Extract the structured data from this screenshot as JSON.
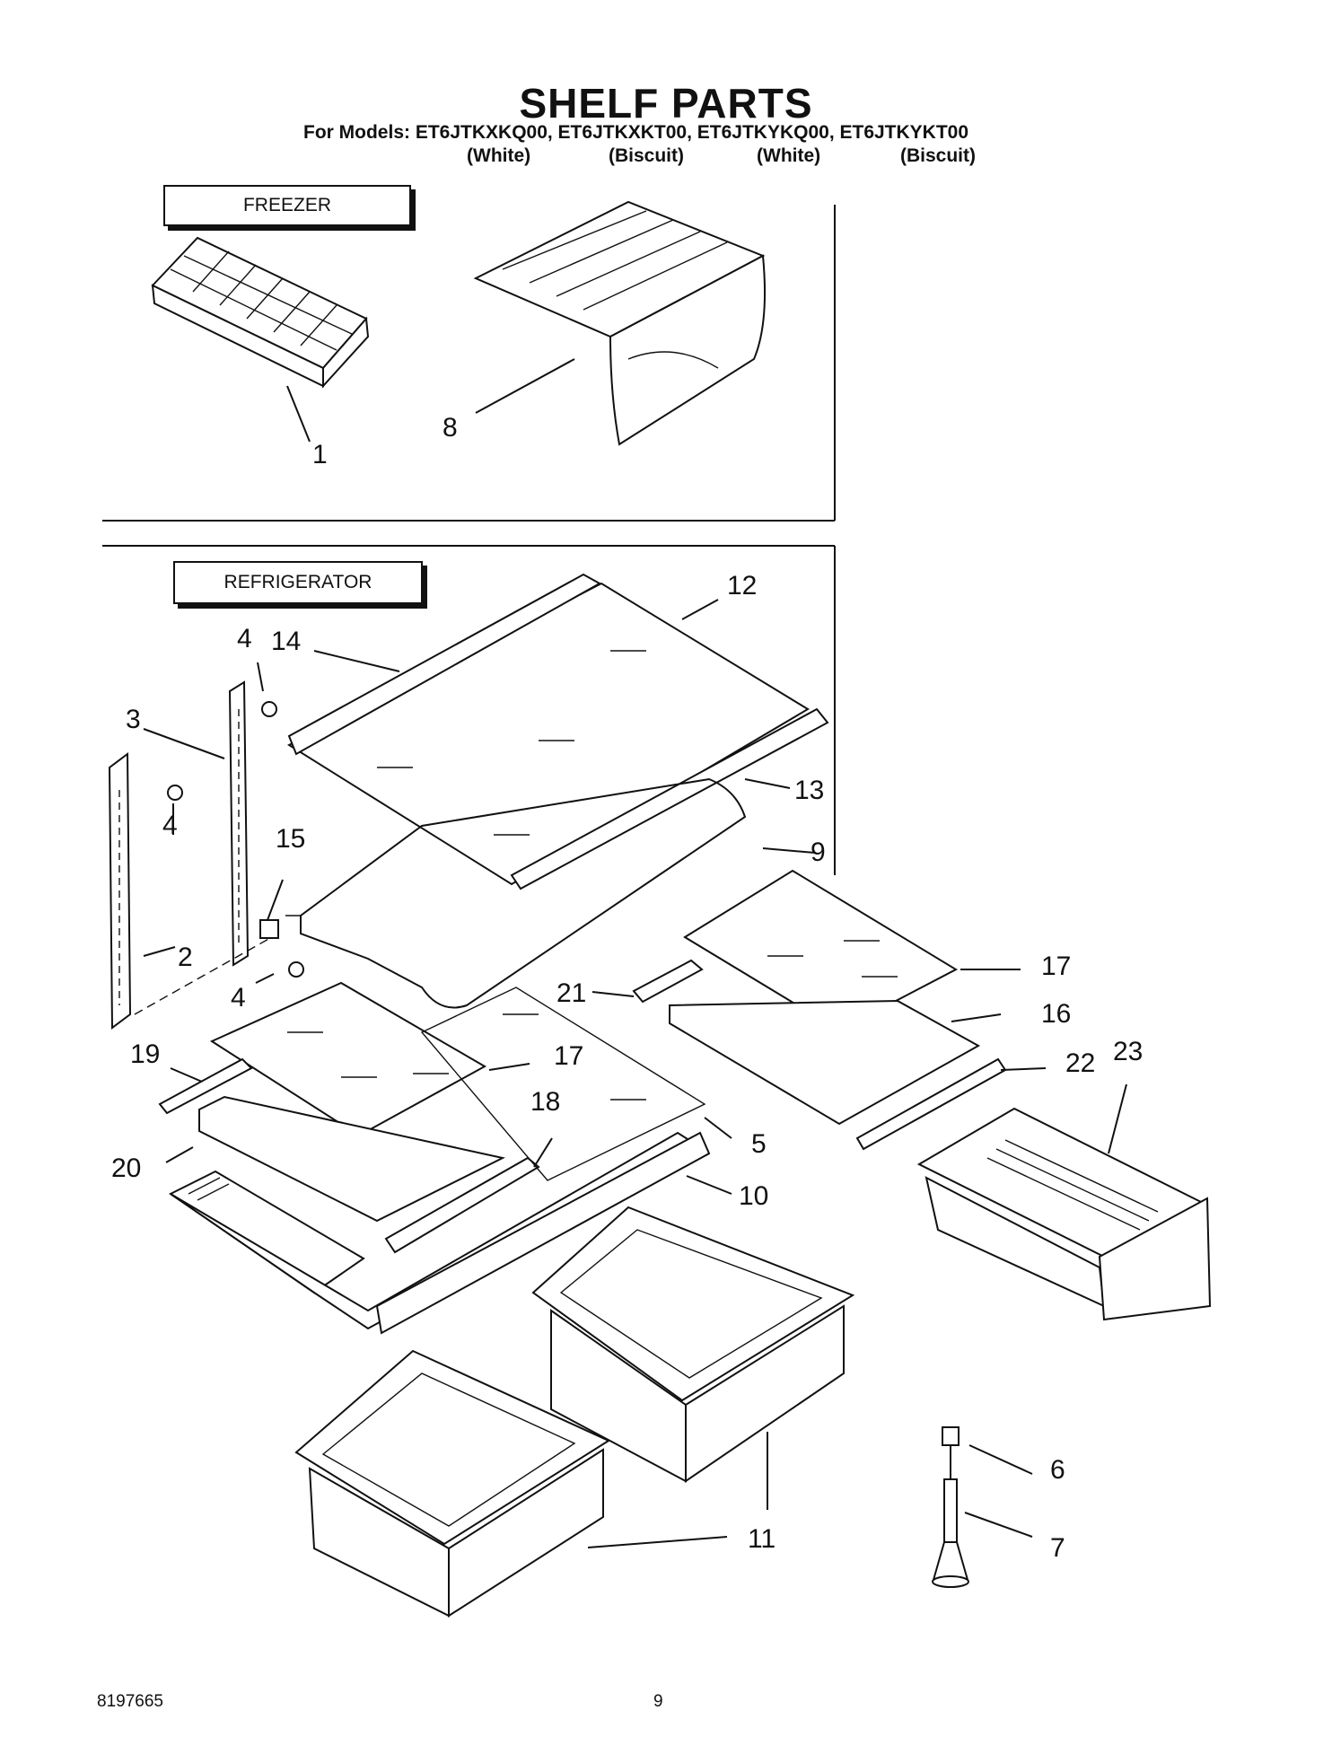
{
  "title": "SHELF PARTS",
  "models_line": "For Models: ET6JTKXKQ00, ET6JTKXKT00, ET6JTKYKQ00, ET6JTKYKT00",
  "model_colors": [
    "(White)",
    "(Biscuit)",
    "(White)",
    "(Biscuit)"
  ],
  "sections": {
    "freezer": "FREEZER",
    "refrigerator": "REFRIGERATOR"
  },
  "callouts": {
    "c1": "1",
    "c8": "8",
    "c12": "12",
    "c14": "14",
    "c4a": "4",
    "c3": "3",
    "c4b": "4",
    "c13": "13",
    "c15": "15",
    "c9": "9",
    "c2": "2",
    "c4c": "4",
    "c21": "21",
    "c17a": "17",
    "c16": "16",
    "c19": "19",
    "c17b": "17",
    "c22": "22",
    "c23": "23",
    "c18": "18",
    "c5": "5",
    "c20": "20",
    "c10": "10",
    "c6": "6",
    "c11a": "11",
    "c7": "7"
  },
  "footer": {
    "part_number": "8197665",
    "page_number": "9"
  }
}
